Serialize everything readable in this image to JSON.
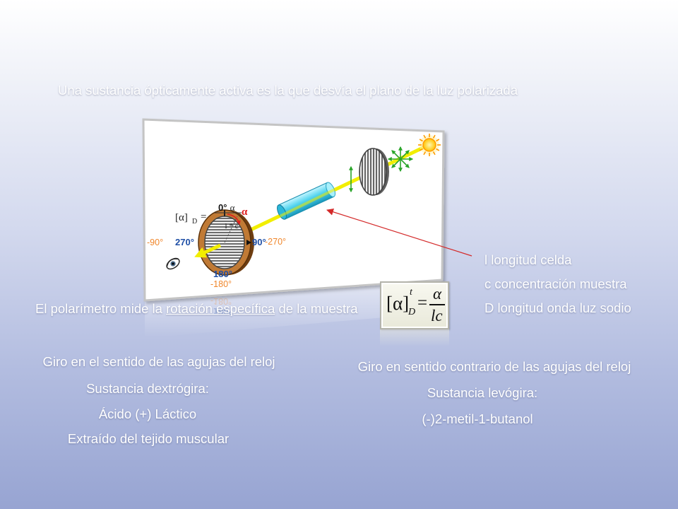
{
  "slide": {
    "intro": "Una sustancia ópticamente activa es la que desvía el plano de la luz polarizada",
    "caption": {
      "before": "El polarímetro mide la ",
      "underlined": "rotación específica",
      "after": " de la muestra"
    },
    "legend": {
      "l": "l longitud celda",
      "c": "c concentración muestra",
      "D": "D longitud onda luz sodio"
    },
    "dextrorotatory": {
      "rotation": "Giro en el sentido de las agujas del reloj",
      "label": "Sustancia dextrógira:",
      "example": "Ácido (+) Láctico",
      "source": "Extraído del tejido muscular"
    },
    "levorotatory": {
      "rotation": "Giro en sentido contrario de las agujas del reloj",
      "label": "Sustancia levógira:",
      "example": "(-)2-metil-1-butanol"
    }
  },
  "formula_box": {
    "lhs": "[α]",
    "superscript": "t",
    "subscript": "D",
    "equals": "=",
    "numerator": "α",
    "denominator": "lc"
  },
  "diagram": {
    "formula": {
      "lhs": "[α]",
      "subscript": "D",
      "equals": "=",
      "numerator": "α",
      "denominator": "l * c"
    },
    "rotation_symbol": "α",
    "angles": {
      "zero": "0°",
      "pos90": "90°",
      "neg270": "-270°",
      "pos270": "270°",
      "neg90": "-90°",
      "pos180": "180°",
      "neg180": "-180°"
    }
  },
  "icons": {
    "light_source": "sun-icon",
    "observer": "eye-icon"
  },
  "colors": {
    "background_top": "#ffffff",
    "background_bottom": "#97a4d2",
    "text": "#ffffff",
    "light_beam": "#f2ee00",
    "unpolarized_arrows": "#2aa52a",
    "sample_tube": "#3cc7e6",
    "analyzer_ring": "#c07a35",
    "angle_positive": "#1f4fa6",
    "angle_negative": "#f0862a",
    "rotation_angle": "#e0201e",
    "pointer_arrow": "#d42a2a"
  }
}
